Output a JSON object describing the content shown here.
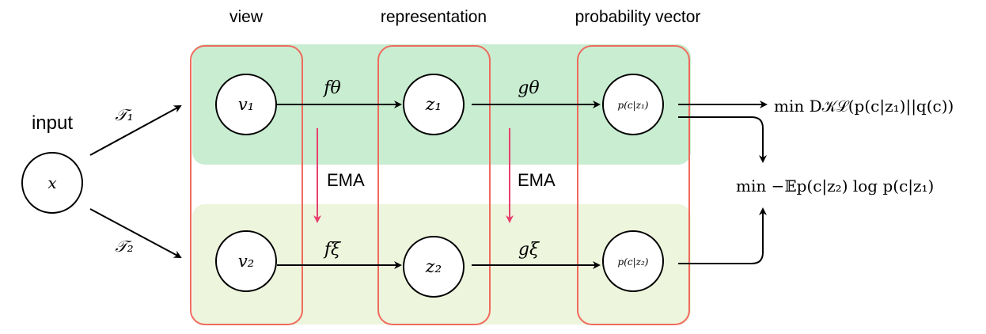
{
  "colors": {
    "band_top": "#c8edd1",
    "band_bottom": "#edf5dc",
    "column_border": "#f06a5e",
    "ema_arrow": "#e8406e",
    "line": "#000000"
  },
  "headers": {
    "view": "view",
    "representation": "representation",
    "probability_vector": "probability vector"
  },
  "input": {
    "label": "input",
    "node": "x"
  },
  "transforms": {
    "t1": "𝒯₁",
    "t2": "𝒯₂"
  },
  "top_branch": {
    "view_node": "v₁",
    "rep_node": "z₁",
    "prob_node": "p(c|z₁)",
    "f_label": "fθ",
    "g_label": "gθ"
  },
  "bottom_branch": {
    "view_node": "v₂",
    "rep_node": "z₂",
    "prob_node": "p(c|z₂)",
    "f_label": "fξ",
    "g_label": "gξ"
  },
  "ema": {
    "left": "EMA",
    "right": "EMA"
  },
  "objectives": {
    "kl": "min D𝒦ℒ(p(c|z₁)||q(c))",
    "ce": "min −𝔼p(c|z₂) log p(c|z₁)"
  }
}
